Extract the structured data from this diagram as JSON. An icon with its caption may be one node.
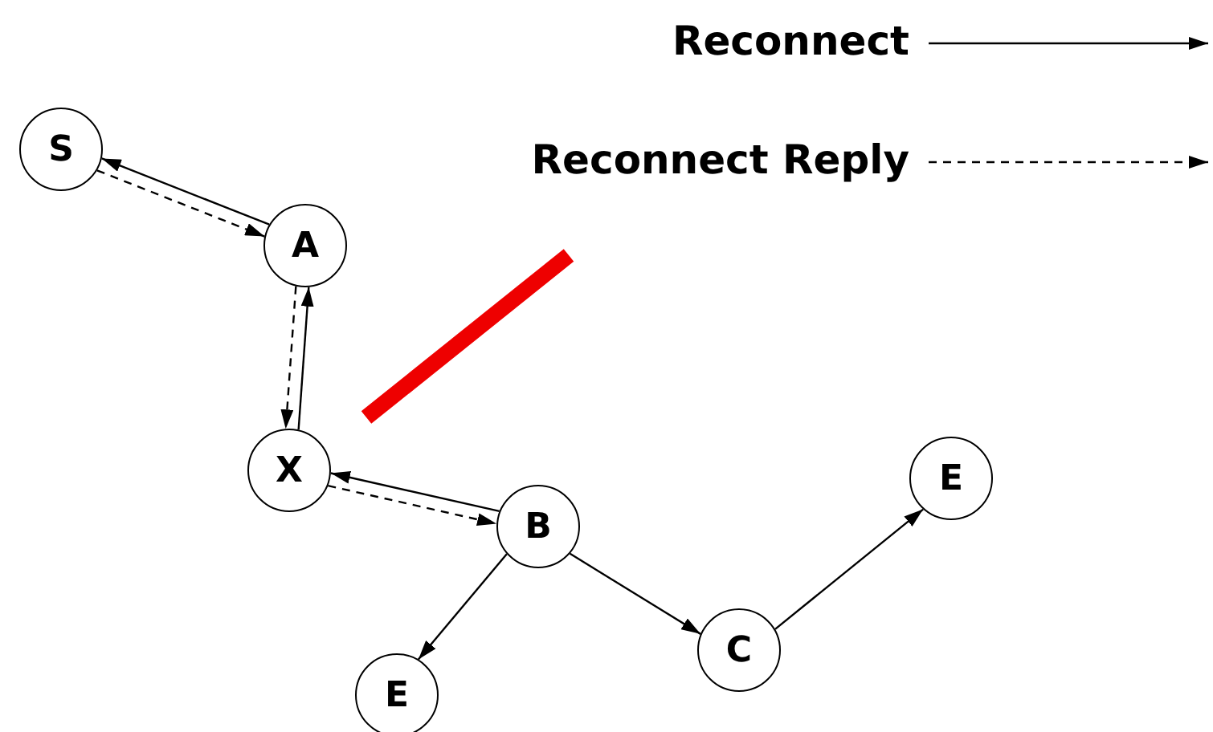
{
  "diagram": {
    "nodes": [
      {
        "text": [
          "S"
        ]
      },
      {
        "text": [
          "A"
        ]
      },
      {
        "text": [
          "X"
        ]
      },
      {
        "text": [
          "E"
        ]
      },
      {
        "text": [
          "B"
        ]
      },
      {
        "text": [
          "C"
        ]
      },
      {
        "text": [
          "E"
        ]
      }
    ],
    "edges": [
      {
        "from": 1,
        "to": 0,
        "arrow": "to"
      },
      {
        "from": 0,
        "to": 1,
        "arrow": "to",
        "style": "dashed"
      },
      {
        "from": 1,
        "to": 2,
        "arrow": "to",
        "style": "dashed"
      },
      {
        "from": 2,
        "to": 1,
        "arrow": "to"
      },
      {
        "from": 4,
        "to": 2,
        "arrow": "to"
      },
      {
        "from": 2,
        "to": 4,
        "arrow": "to",
        "style": "dashed"
      },
      {
        "from": 4,
        "to": 6,
        "arrow": "to"
      },
      {
        "from": 4,
        "to": 5,
        "arrow": "to"
      },
      {
        "from": 5,
        "to": 3,
        "arrow": "to"
      }
    ],
    "legend": [
      {
        "text": "Reconnect"
      },
      {
        "text": "Reconnect Reply"
      }
    ]
  }
}
